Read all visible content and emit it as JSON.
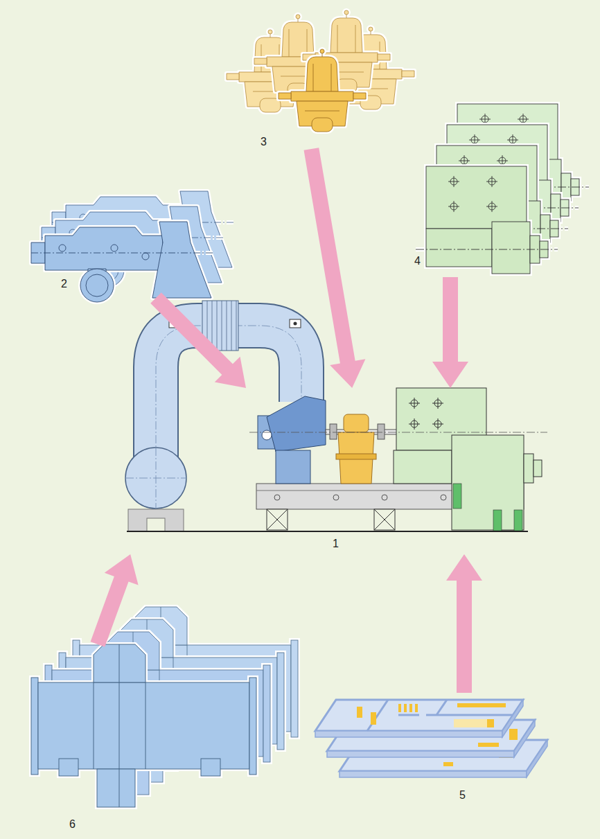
{
  "diagram": {
    "nodes": [
      {
        "text": [
          "3"
        ]
      },
      {
        "text": [
          "4"
        ]
      },
      {
        "text": [
          "2"
        ]
      },
      {
        "text": [
          "1"
        ]
      },
      {
        "text": [
          "6"
        ]
      },
      {
        "text": [
          "5"
        ]
      }
    ],
    "edges": [
      {
        "from": 0,
        "to": 3,
        "arrow": "to"
      },
      {
        "from": 1,
        "to": 3,
        "arrow": "to"
      },
      {
        "from": 2,
        "to": 3,
        "arrow": "to"
      },
      {
        "from": 4,
        "to": 3,
        "arrow": "to"
      },
      {
        "from": 5,
        "to": 3,
        "arrow": "to"
      }
    ]
  }
}
